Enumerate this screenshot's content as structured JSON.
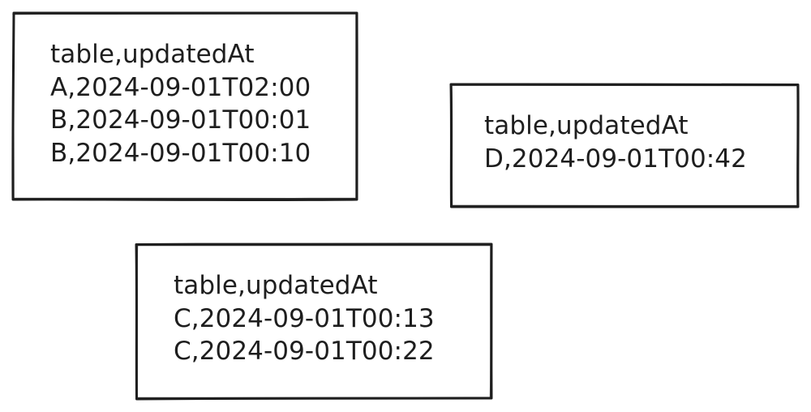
{
  "diagram": {
    "boxes": [
      {
        "lines": [
          "table,updatedAt",
          "A,2024-09-01T02:00",
          "B,2024-09-01T00:01",
          "B,2024-09-01T00:10"
        ]
      },
      {
        "lines": [
          "table,updatedAt",
          "D,2024-09-01T00:42"
        ]
      },
      {
        "lines": [
          "table,updatedAt",
          "C,2024-09-01T00:13",
          "C,2024-09-01T00:22"
        ]
      }
    ],
    "stroke_color": "#1e1e1e",
    "background_color": "#ffffff"
  }
}
